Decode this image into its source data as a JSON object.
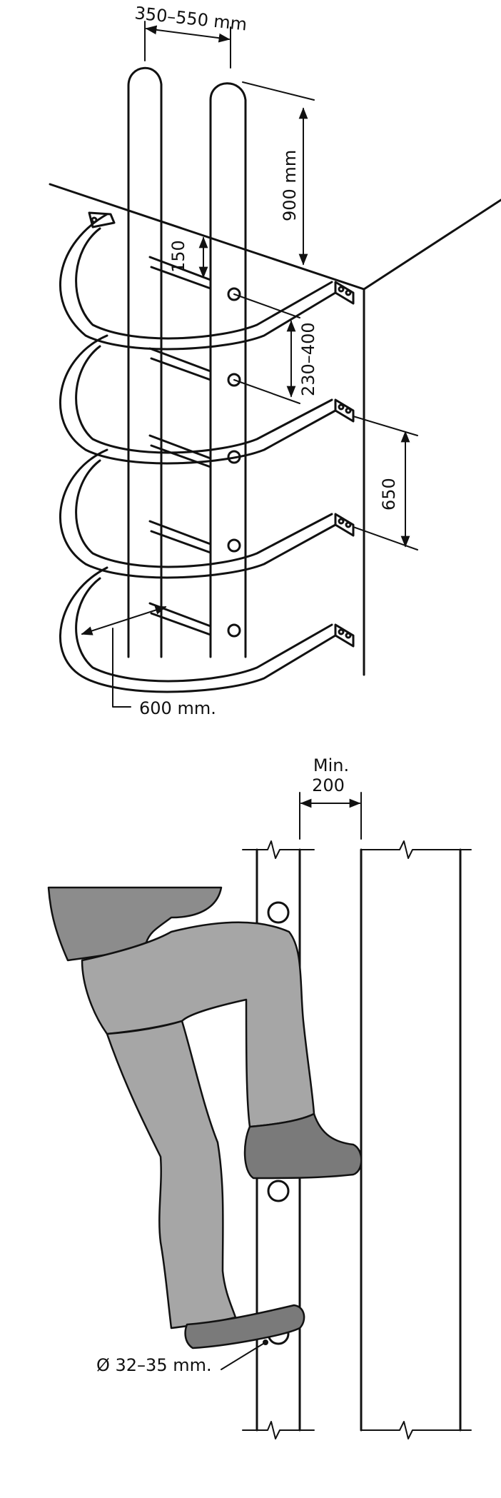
{
  "colors": {
    "ink": "#111111",
    "paper": "#ffffff",
    "clothing_dark": "#8c8c8c",
    "clothing_mid": "#a6a6a6",
    "shoe": "#7a7a7a"
  },
  "top_diagram": {
    "dimensions": {
      "rail_spacing": "350–550 mm",
      "extension_height": "900 mm",
      "top_rung_offset": "150",
      "hoop_spacing": "230–400",
      "hoop_pitch": "650",
      "hoop_depth": "600 mm."
    }
  },
  "bottom_diagram": {
    "dimensions": {
      "clearance_label_line1": "Min.",
      "clearance_label_line2": "200",
      "rung_diameter": "Ø 32–35 mm."
    }
  }
}
